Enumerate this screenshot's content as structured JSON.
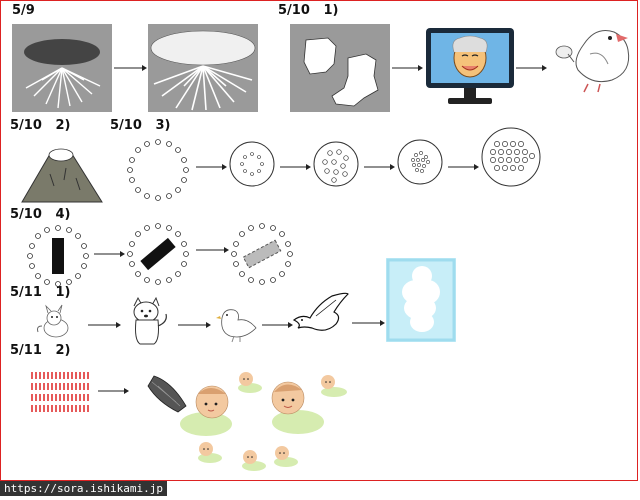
{
  "labels": {
    "d1": "5/9",
    "d2": "5/10   1)",
    "d3": "5/10   2)",
    "d4": "5/10   3)",
    "d5": "5/10   4)",
    "d6": "5/11   1)",
    "d7": "5/11   2)"
  },
  "footer": {
    "url": "https://sora.ishikami.jp"
  },
  "colors": {
    "frame": "#dd2222",
    "panel_gray": "#9a9a9a",
    "sky": "#c8eef8",
    "baby_skin": "#f3c9a0",
    "baby_clothes": "#d6ecb0"
  }
}
